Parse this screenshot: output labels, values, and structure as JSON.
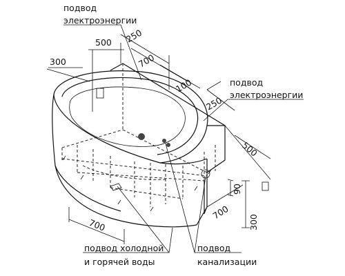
{
  "labels": {
    "power_top_1": "подвод",
    "power_top_2": "электроэнергии",
    "power_right_1": "подвод",
    "power_right_2": "электроэнергии",
    "water_1": "подвод холодной",
    "water_2": "и горячей воды",
    "drain_1": "подвод",
    "drain_2": "канализации"
  },
  "dimensions": {
    "d500_top": "500",
    "d300_left": "300",
    "d250_top": "250",
    "d700_top": "700",
    "d100": "100",
    "d250_right": "250",
    "d500_right": "500",
    "d90": "90",
    "d700_right": "700",
    "d300_right": "300",
    "d700_bottom": "700"
  }
}
